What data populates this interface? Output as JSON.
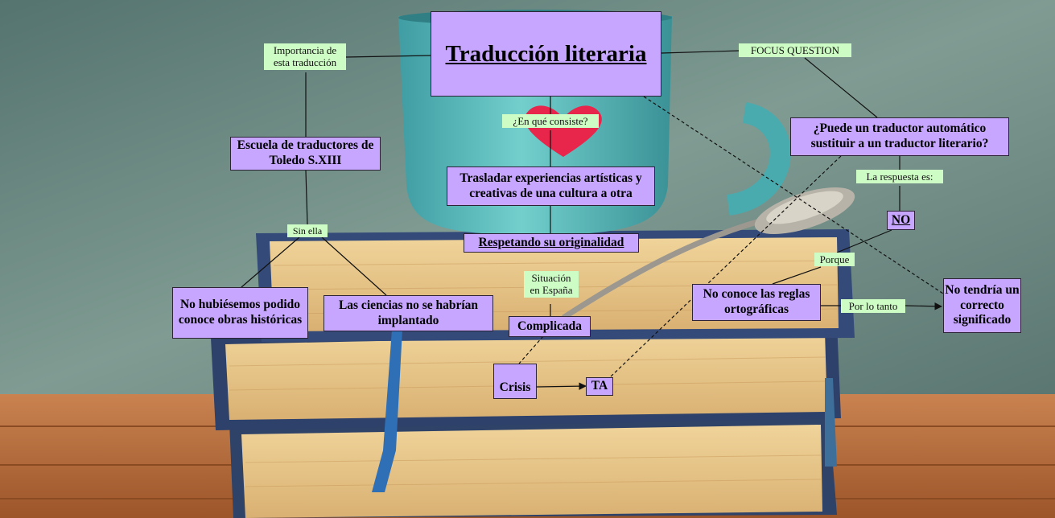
{
  "title": "Traducción literaria",
  "nodes": {
    "escuela": "Escuela de traductores de Toledo S.XIII",
    "no_hubiesemos": "No hubiésemos podido conoce obras históricas",
    "ciencias": "Las ciencias no se habrían implantado",
    "trasladar": "Trasladar experiencias artísticas y creativas de una cultura a otra",
    "respetando": "Respetando su originalidad",
    "complicada": "Complicada",
    "crisis": "Crisis",
    "ta": "TA",
    "puede": "¿Puede un traductor automático sustituir a un traductor literario?",
    "no": "NO",
    "no_conoce": "No conoce las reglas ortográficas",
    "no_tendria": "No tendría un correcto significado"
  },
  "labels": {
    "importancia": "Importancia de esta traducción",
    "sin_ella": "Sin ella",
    "en_que": "¿En qué consiste?",
    "situacion": "Situación en España",
    "focus": "FOCUS QUESTION",
    "respuesta": "La respuesta es:",
    "porque": "Porque",
    "por_lo_tanto": "Por lo tanto"
  },
  "colors": {
    "concept_fill": "#c7a6ff",
    "label_fill": "#cdfcc4",
    "wall": "#6f8b84",
    "table": "#b7693a",
    "mug": "#56b5b8",
    "heart": "#e8264b"
  }
}
